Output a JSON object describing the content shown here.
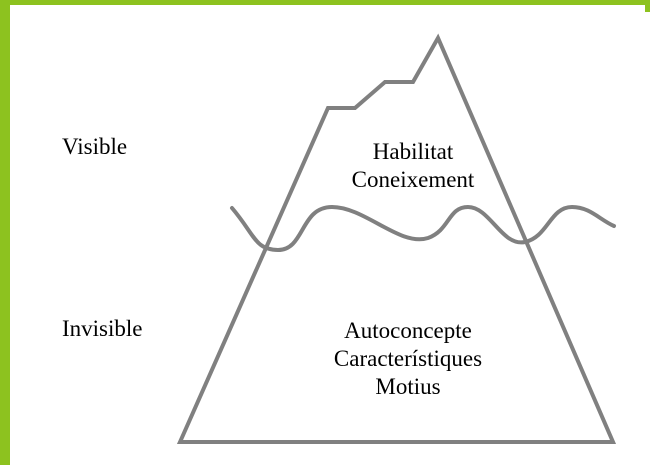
{
  "colors": {
    "frame": "#8dc21f",
    "outline": "#808080",
    "text": "#000000",
    "background": "#ffffff"
  },
  "labels": {
    "visible": "Visible",
    "invisible": "Invisible"
  },
  "tip": {
    "items": [
      "Habilitat",
      "Coneixement"
    ]
  },
  "base": {
    "items": [
      "Autoconcepte",
      "Característiques",
      "Motius"
    ]
  }
}
